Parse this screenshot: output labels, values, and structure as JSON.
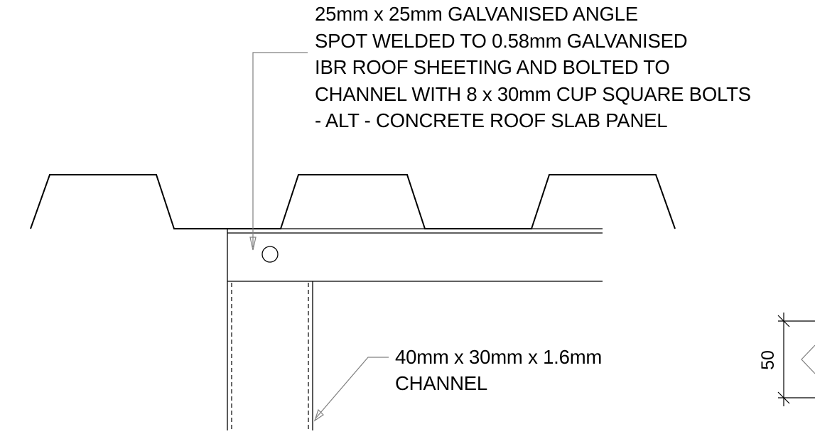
{
  "angle_note": {
    "lines": [
      "25mm x 25mm GALVANISED ANGLE",
      "SPOT WELDED TO 0.58mm GALVANISED",
      "IBR ROOF SHEETING AND BOLTED TO",
      "CHANNEL WITH 8 x 30mm CUP SQUARE BOLTS",
      "- ALT - CONCRETE ROOF SLAB PANEL"
    ]
  },
  "channel_note": {
    "lines": [
      "40mm x 30mm x 1.6mm",
      "CHANNEL"
    ]
  },
  "dimension": {
    "value": "50"
  },
  "colors": {
    "line": "#000000",
    "leader": "#808080",
    "background": "#ffffff"
  }
}
